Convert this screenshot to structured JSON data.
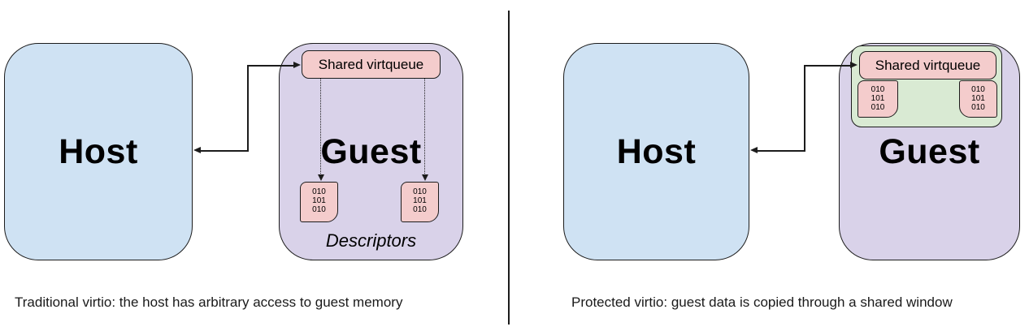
{
  "colors": {
    "background": "#ffffff",
    "host_fill": "#cfe2f3",
    "guest_fill": "#d9d2e9",
    "virtqueue_fill": "#f4cccc",
    "descriptor_fill": "#f4cccc",
    "shared_window_fill": "#d9ead3",
    "line": "#1c1c1c",
    "text": "#000000"
  },
  "left_panel": {
    "host_label": "Host",
    "guest_label": "Guest",
    "virtqueue_label": "Shared virtqueue",
    "descriptors_label": "Descriptors",
    "descriptor_boxes": [
      {
        "lines": [
          "010",
          "101",
          "010"
        ]
      },
      {
        "lines": [
          "010",
          "101",
          "010"
        ]
      }
    ],
    "caption": "Traditional virtio: the host has arbitrary access to guest memory"
  },
  "right_panel": {
    "host_label": "Host",
    "guest_label": "Guest",
    "virtqueue_label": "Shared virtqueue",
    "descriptor_boxes": [
      {
        "lines": [
          "010",
          "101",
          "010"
        ]
      },
      {
        "lines": [
          "010",
          "101",
          "010"
        ]
      }
    ],
    "caption": "Protected virtio: guest data is copied through a shared window"
  }
}
